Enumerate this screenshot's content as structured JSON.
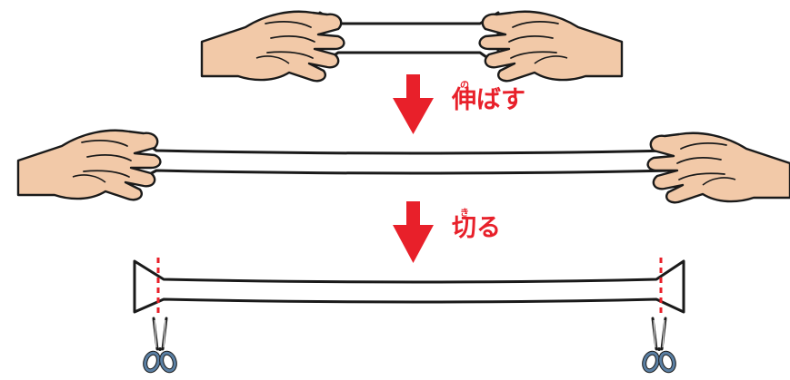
{
  "steps": [
    {
      "label": "伸ばす",
      "ruby": "の"
    },
    {
      "label": "切る",
      "ruby": "き"
    }
  ],
  "colors": {
    "arrow": "#e8202a",
    "skin": "#f2c9a8",
    "outline": "#1a1a1a",
    "band": "#ffffff",
    "cut_line": "#e8202a",
    "scissor_handle": "#5a7fa3"
  },
  "icons": [
    "hand-icon",
    "down-arrow-icon",
    "scissors-icon"
  ]
}
